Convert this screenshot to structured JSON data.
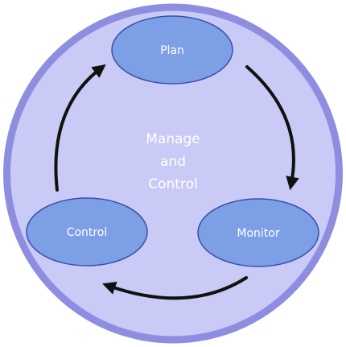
{
  "diagram": {
    "center_lines": [
      "Manage",
      "and",
      "Control"
    ],
    "nodes": {
      "plan": "Plan",
      "monitor": "Monitor",
      "control": "Control"
    }
  },
  "colors": {
    "outer_ring": "#8d8ee0",
    "inner_fill": "#c9caf5",
    "node_fill": "#7d9fe6",
    "node_stroke": "#3a4fa8",
    "arrow": "#111111",
    "text": "#ffffff"
  }
}
